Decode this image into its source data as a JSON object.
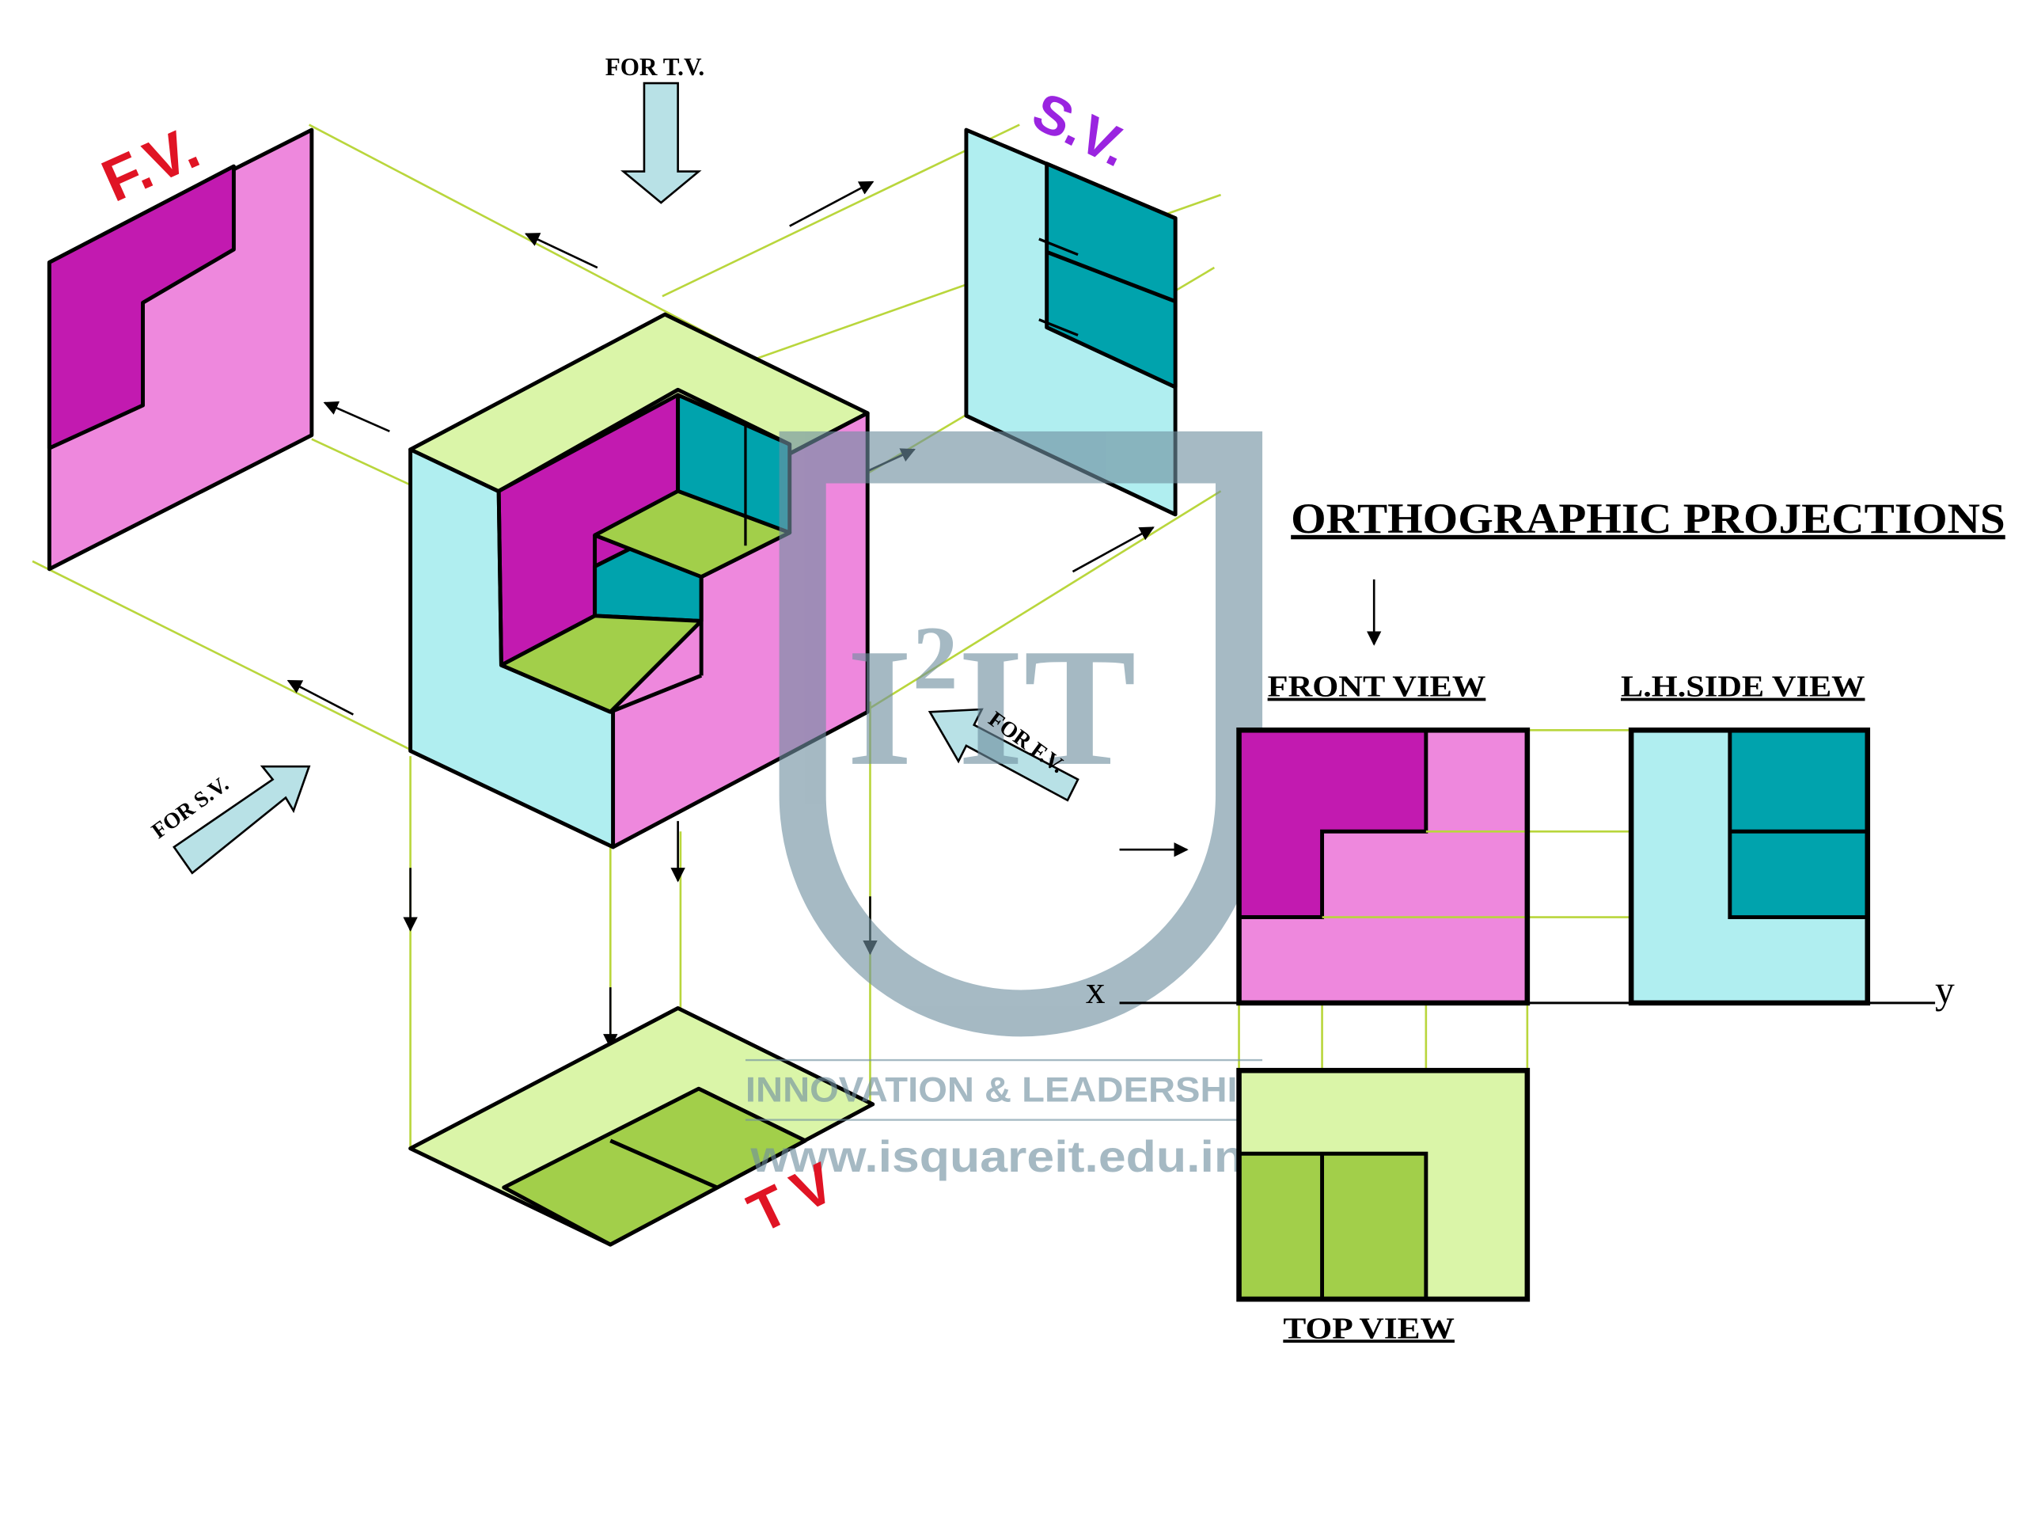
{
  "colors": {
    "magenta_dark": "#c21ab0",
    "pink": "#ee88dd",
    "cyan_light": "#b0eef0",
    "teal": "#00a3ad",
    "lime_dark": "#a2cf4a",
    "lime_light": "#daf5a8",
    "proj_line": "#b9d63c",
    "arrow_fill": "#b8e1e6",
    "label_red": "#e01424",
    "label_purple": "#9a24e0",
    "watermark": "#6f8fa0"
  },
  "title": "ORTHOGRAPHIC PROJECTIONS",
  "labels": {
    "fv_tag": "F.V.",
    "sv_tag": "S.V.",
    "tv_tag": "TV",
    "for_tv": "FOR T.V.",
    "for_sv": "FOR S.V.",
    "for_fv": "FOR F.V.",
    "front_view": "FRONT VIEW",
    "side_view": "L.H.SIDE VIEW",
    "top_view": "TOP VIEW",
    "x_axis": "x",
    "y_axis": "y"
  },
  "watermark": {
    "logo_main": "I",
    "logo_sup": "2",
    "logo_tail": "IT",
    "tagline": "INNOVATION & LEADERSHIP",
    "url": "www.isquareit.edu.in"
  },
  "icons": {
    "view_arrow": "block-arrow-icon",
    "projection_arrow": "arrowhead-icon"
  }
}
